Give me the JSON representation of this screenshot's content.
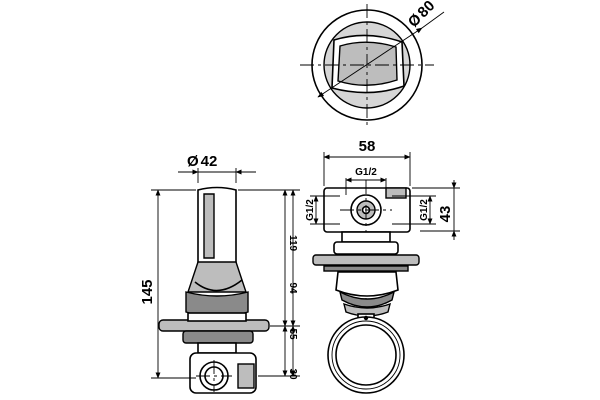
{
  "dimensions": {
    "top_diameter": "80",
    "side_diameter": "42",
    "overall_height": "145",
    "mark_119": "119",
    "mark_94": "94",
    "mark_55": "55",
    "mark_30": "30",
    "front_width": "58",
    "thread_top": "G1/2",
    "thread_left": "G1/2",
    "thread_right": "G1/2",
    "front_height": "43",
    "diameter_symbol": "Ø"
  }
}
